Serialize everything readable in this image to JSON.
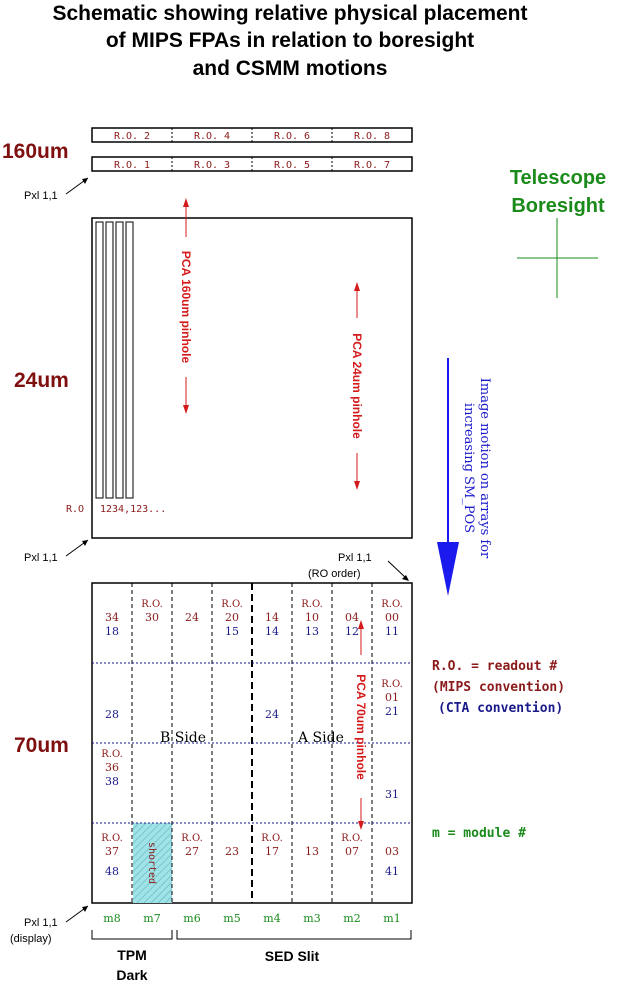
{
  "title": {
    "line1": "Schematic showing relative physical placement",
    "line2": "of MIPS FPAs in relation to boresight",
    "line3": "and CSMM motions"
  },
  "labels": {
    "band160": "160um",
    "band24": "24um",
    "band70": "70um",
    "pxl11": "Pxl 1,1",
    "pxl11_ro": "Pxl 1,1",
    "ro_order": "(RO order)",
    "pxl11_display": "Pxl 1,1",
    "display": "(display)"
  },
  "array160": {
    "top_row": [
      "R.O. 2",
      "R.O. 4",
      "R.O. 6",
      "R.O. 8"
    ],
    "bottom_row": [
      "R.O. 1",
      "R.O. 3",
      "R.O. 5",
      "R.O. 7"
    ]
  },
  "telescope": {
    "line1": "Telescope",
    "line2": "Boresight"
  },
  "pinholes": {
    "p160": "PCA 160um pinhole",
    "p24": "PCA 24um pinhole",
    "p70": "PCA 70um pinhole"
  },
  "array24": {
    "ro_label": "R.O",
    "ro_order": "1234,123..."
  },
  "motion": {
    "line1": "Image motion on arrays for",
    "line2": "increasing SM_POS"
  },
  "array70": {
    "b_side": "B Side",
    "a_side": "A Side",
    "shorted": "shorted",
    "ro_prefix": "R.O.",
    "cells": [
      {
        "col": 0,
        "row": 0,
        "mips": "34",
        "cta": "18",
        "ro": false
      },
      {
        "col": 1,
        "row": 0,
        "mips": "30",
        "cta": "",
        "ro": true
      },
      {
        "col": 2,
        "row": 0,
        "mips": "24",
        "cta": "",
        "ro": false
      },
      {
        "col": 3,
        "row": 0,
        "mips": "20",
        "cta": "15",
        "ro": true
      },
      {
        "col": 4,
        "row": 0,
        "mips": "14",
        "cta": "14",
        "ro": false
      },
      {
        "col": 5,
        "row": 0,
        "mips": "10",
        "cta": "13",
        "ro": true
      },
      {
        "col": 6,
        "row": 0,
        "mips": "04",
        "cta": "12",
        "ro": false
      },
      {
        "col": 7,
        "row": 0,
        "mips": "00",
        "cta": "11",
        "ro": true
      },
      {
        "col": 7,
        "row": 1,
        "mips": "01",
        "cta": "21",
        "ro": true
      },
      {
        "col": 0,
        "row": 1,
        "mips": "",
        "cta": "28",
        "ro": false
      },
      {
        "col": 4,
        "row": 1,
        "mips": "",
        "cta": "24",
        "ro": false
      },
      {
        "col": 0,
        "row": 2,
        "mips": "36",
        "cta": "38",
        "ro": true
      },
      {
        "col": 7,
        "row": 2,
        "mips": "",
        "cta": "31",
        "ro": false
      },
      {
        "col": 0,
        "row": 3,
        "mips": "37",
        "cta": "48",
        "ro": true
      },
      {
        "col": 2,
        "row": 3,
        "mips": "27",
        "cta": "",
        "ro": true
      },
      {
        "col": 3,
        "row": 3,
        "mips": "23",
        "cta": "",
        "ro": false
      },
      {
        "col": 4,
        "row": 3,
        "mips": "17",
        "cta": "",
        "ro": true
      },
      {
        "col": 5,
        "row": 3,
        "mips": "13",
        "cta": "",
        "ro": false
      },
      {
        "col": 6,
        "row": 3,
        "mips": "07",
        "cta": "",
        "ro": true
      },
      {
        "col": 7,
        "row": 3,
        "mips": "03",
        "cta": "41",
        "ro": false
      }
    ],
    "modules": [
      "m8",
      "m7",
      "m6",
      "m5",
      "m4",
      "m3",
      "m2",
      "m1"
    ]
  },
  "legend": {
    "ro": "R.O. = readout #",
    "mips": "(MIPS convention)",
    "cta": "(CTA convention)",
    "module": "m = module #"
  },
  "groups": {
    "tpm1": "TPM",
    "tpm2": "Dark",
    "sed": "SED Slit"
  },
  "colors": {
    "dark_red": "#7f1010",
    "red": "#d41a1a",
    "blue": "#1a1a8b",
    "green": "#1a8b1a",
    "arrow_blue": "#1a1aee",
    "shorted_fill": "#9fe3e6"
  }
}
